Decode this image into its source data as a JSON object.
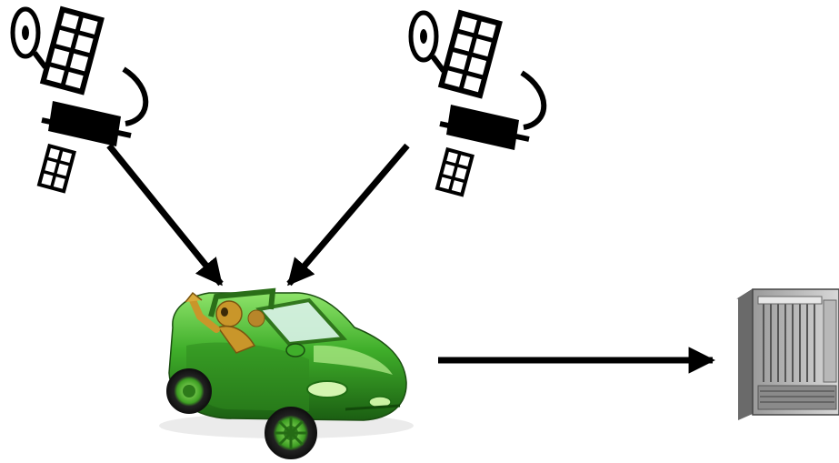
{
  "diagram": {
    "nodes": [
      {
        "id": "satellite-1",
        "icon": "satellite-icon"
      },
      {
        "id": "satellite-2",
        "icon": "satellite-icon"
      },
      {
        "id": "car",
        "icon": "green-convertible-car-icon"
      },
      {
        "id": "server",
        "icon": "server-rack-icon"
      }
    ],
    "edges": [
      {
        "from": "satellite-1",
        "to": "car"
      },
      {
        "from": "satellite-2",
        "to": "car"
      },
      {
        "from": "car",
        "to": "server"
      }
    ],
    "colors": {
      "arrow": "#000000",
      "car_body": "#3fae2a",
      "car_body_dark": "#1f6e14",
      "car_body_light": "#7fd85a",
      "driver": "#c9962a",
      "rack_frame": "#5c5c5c",
      "rack_panel": "#c8c8c8"
    }
  }
}
